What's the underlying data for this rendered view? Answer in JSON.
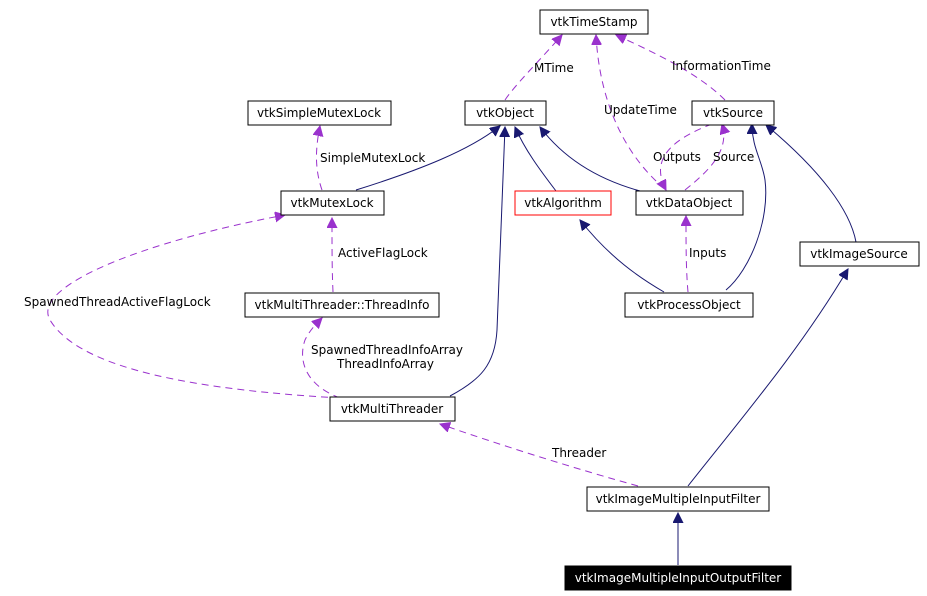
{
  "nodes": {
    "timestamp": "vtkTimeStamp",
    "object": "vtkObject",
    "simplemutex": "vtkSimpleMutexLock",
    "source": "vtkSource",
    "mutexlock": "vtkMutexLock",
    "algorithm": "vtkAlgorithm",
    "dataobject": "vtkDataObject",
    "imagesource": "vtkImageSource",
    "threadinfo": "vtkMultiThreader::ThreadInfo",
    "processobject": "vtkProcessObject",
    "multithreader": "vtkMultiThreader",
    "multipleinput": "vtkImageMultipleInputFilter",
    "multipleinputoutput": "vtkImageMultipleInputOutputFilter"
  },
  "labels": {
    "mtime": "MTime",
    "updatetime": "UpdateTime",
    "informationtime": "InformationTime",
    "simplemutexlock": "SimpleMutexLock",
    "outputs": "Outputs",
    "source": "Source",
    "activeflaglock": "ActiveFlagLock",
    "inputs": "Inputs",
    "spawnedthreadactiveflaglock": "SpawnedThreadActiveFlagLock",
    "spawnedthreadinfoarray": "SpawnedThreadInfoArray",
    "threadinfoarray": "ThreadInfoArray",
    "threader": "Threader"
  },
  "colors": {
    "inheritance": "#191970",
    "usage": "#9a32cd",
    "highlight_border": "#ff0000",
    "selected_fill": "#000000"
  }
}
